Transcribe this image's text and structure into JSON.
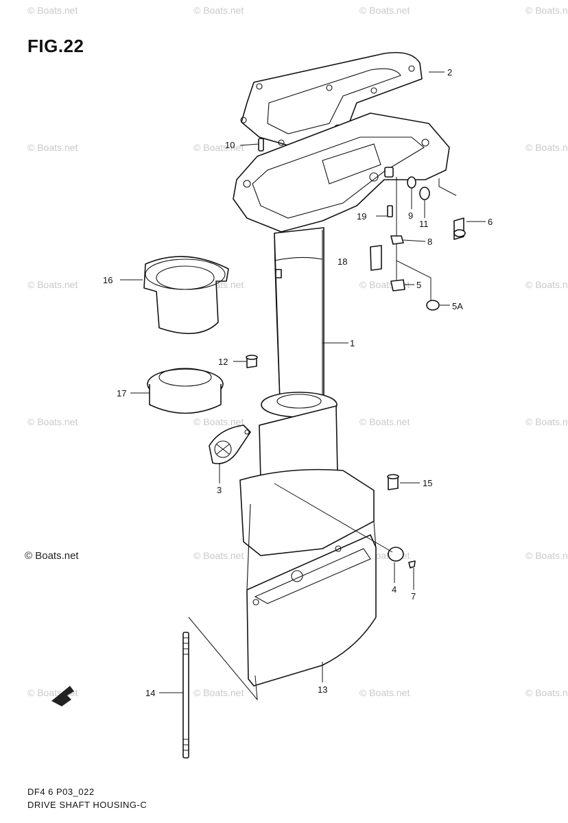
{
  "figure_title": "FIG.22",
  "footer": {
    "code": "DF4 6 P03_022",
    "caption": "DRIVE SHAFT HOUSING-C"
  },
  "watermark": "© Boats.net",
  "watermark_main": "© Boats.net",
  "callouts": {
    "c1": "1",
    "c2": "2",
    "c3": "3",
    "c4": "4",
    "c5": "5",
    "c5a": "5A",
    "c6": "6",
    "c7": "7",
    "c8": "8",
    "c9": "9",
    "c10": "10",
    "c11": "11",
    "c12": "12",
    "c13": "13",
    "c14": "14",
    "c15": "15",
    "c16": "16",
    "c17": "17",
    "c18": "18",
    "c19": "19"
  },
  "front_arrow_icon": "front-arrow-icon"
}
